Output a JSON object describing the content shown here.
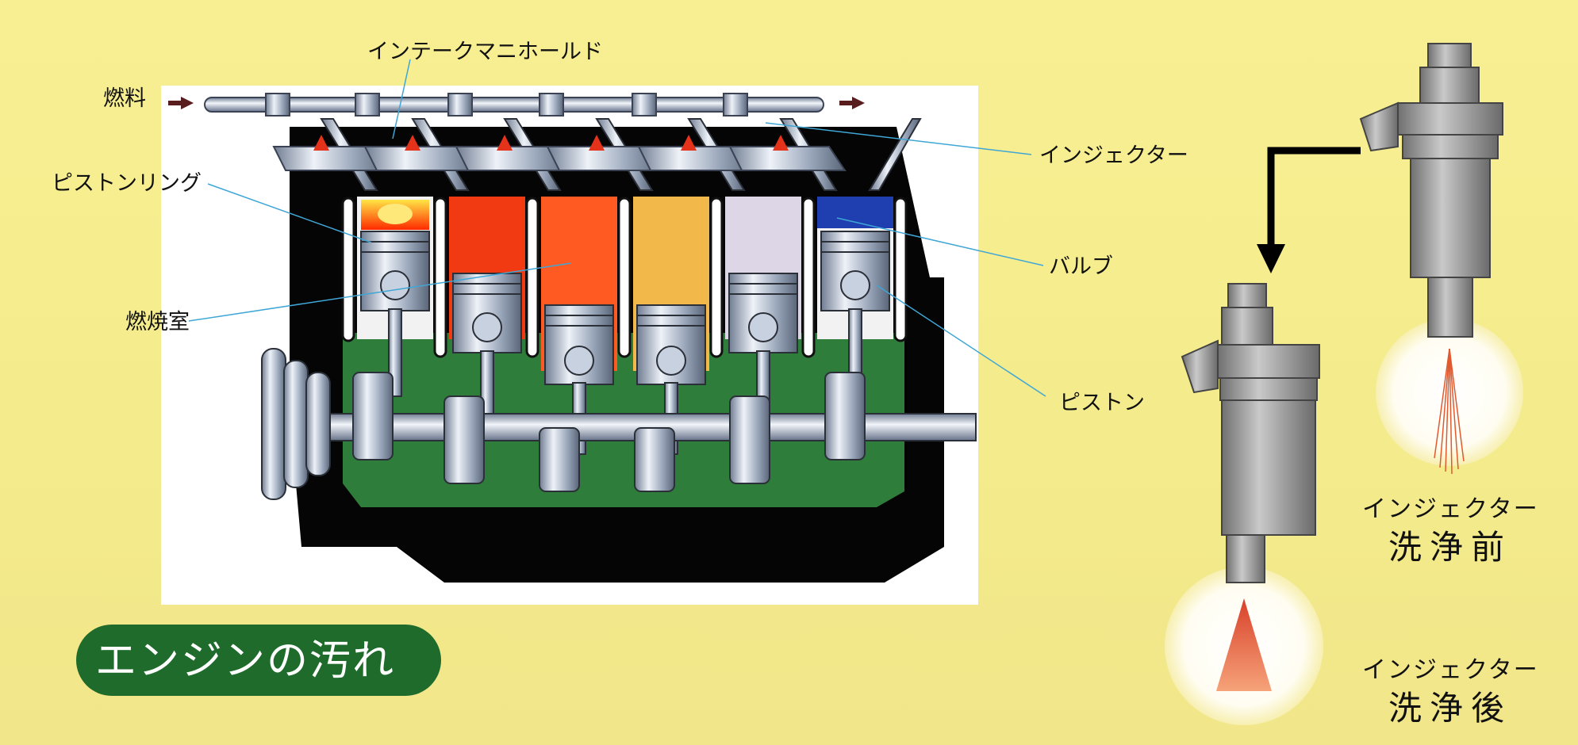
{
  "labels": {
    "fuel": "燃料",
    "intake_manifold": "インテークマニホールド",
    "piston_ring": "ピストンリング",
    "combustion_chamber": "燃焼室",
    "injector": "インジェクター",
    "valve": "バルブ",
    "piston": "ピストン"
  },
  "title": "エンジンの汚れ",
  "injector_before": {
    "line1": "インジェクター",
    "line2": "洗浄前"
  },
  "injector_after": {
    "line1": "インジェクター",
    "line2": "洗浄後"
  },
  "colors": {
    "background": "#f5ed8e",
    "title_badge": "#1f6b2c",
    "engine_block": "#2f7d3a",
    "casing": "#050505",
    "leader_line": "#3fa6d6",
    "cylinders": [
      "#ff4a12",
      "#f23a12",
      "#ff5a22",
      "#f2b94a",
      "#dcd6e6",
      "#1f3fb0"
    ]
  }
}
